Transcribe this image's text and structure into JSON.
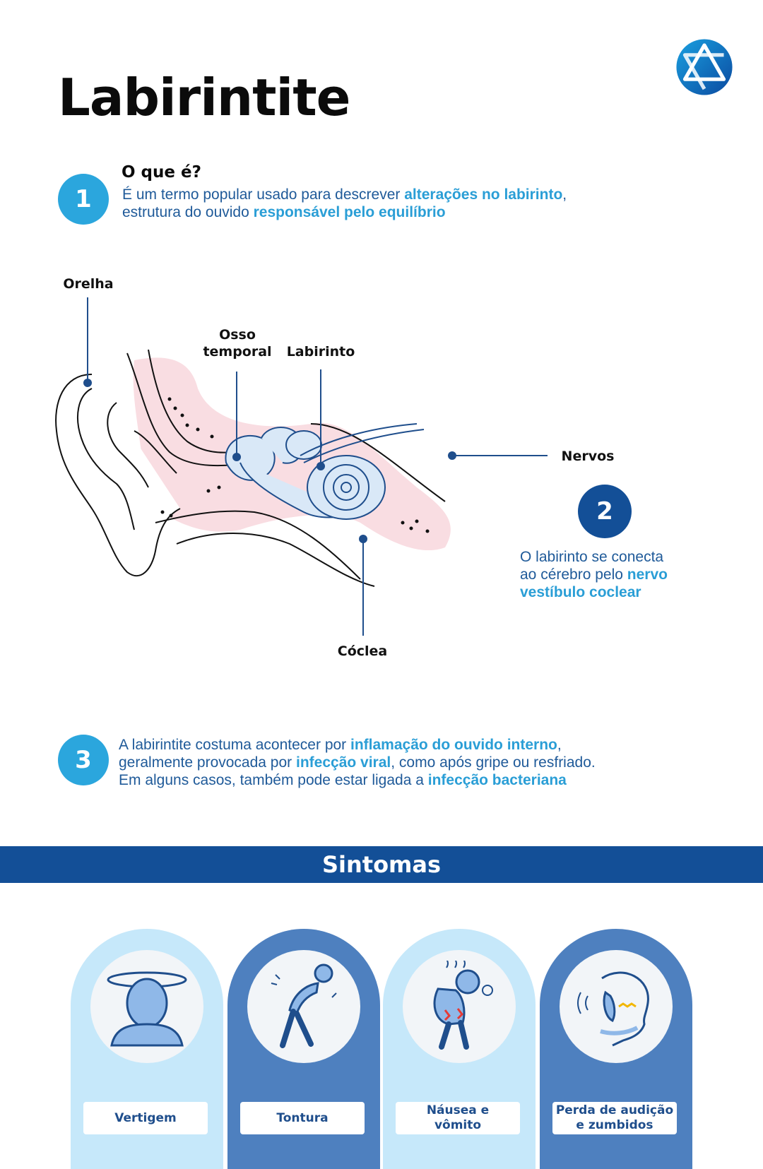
{
  "title": "Labirintite",
  "section1": {
    "number": "1",
    "heading": "O que é?",
    "line1_pre": "É um termo popular usado para descrever ",
    "line1_hl": "alterações no labirinto",
    "line1_post": ",",
    "line2_pre": "estrutura do ouvido ",
    "line2_hl": "responsável pelo equilíbrio"
  },
  "diagram": {
    "orelha": "Orelha",
    "osso_l1": "Osso",
    "osso_l2": "temporal",
    "labirinto": "Labirinto",
    "nervos": "Nervos",
    "coclea": "Cóclea"
  },
  "section2": {
    "number": "2",
    "line1": "O labirinto se conecta",
    "line2_pre": "ao cérebro pelo ",
    "line2_hl": "nervo",
    "line3_hl": "vestíbulo coclear"
  },
  "section3": {
    "number": "3",
    "l1_pre": "A labirintite costuma acontecer por ",
    "l1_hl": "inflamação do ouvido interno",
    "l1_post": ",",
    "l2_pre": "geralmente provocada por ",
    "l2_hl": "infecção viral",
    "l2_post": ", como após gripe ou resfriado.",
    "l3_pre": "Em alguns casos, também pode estar ligada a ",
    "l3_hl": "infecção bacteriana"
  },
  "symptoms_title": "Sintomas",
  "symptoms": [
    {
      "l1": "Vertigem",
      "l2": "",
      "icon": "head-spinning-icon"
    },
    {
      "l1": "Tontura",
      "l2": "",
      "icon": "dizzy-person-icon"
    },
    {
      "l1": "Náusea e",
      "l2": "vômito",
      "icon": "nauseous-person-icon"
    },
    {
      "l1": "Perda de audição",
      "l2": "e zumbidos",
      "icon": "ear-ringing-icon"
    }
  ],
  "colors": {
    "dark_blue": "#134f97",
    "light_blue": "#2ba6dd",
    "card_light": "#c6e8fa",
    "card_dark": "#4e80bf",
    "ear_pink": "#f9dde2"
  }
}
